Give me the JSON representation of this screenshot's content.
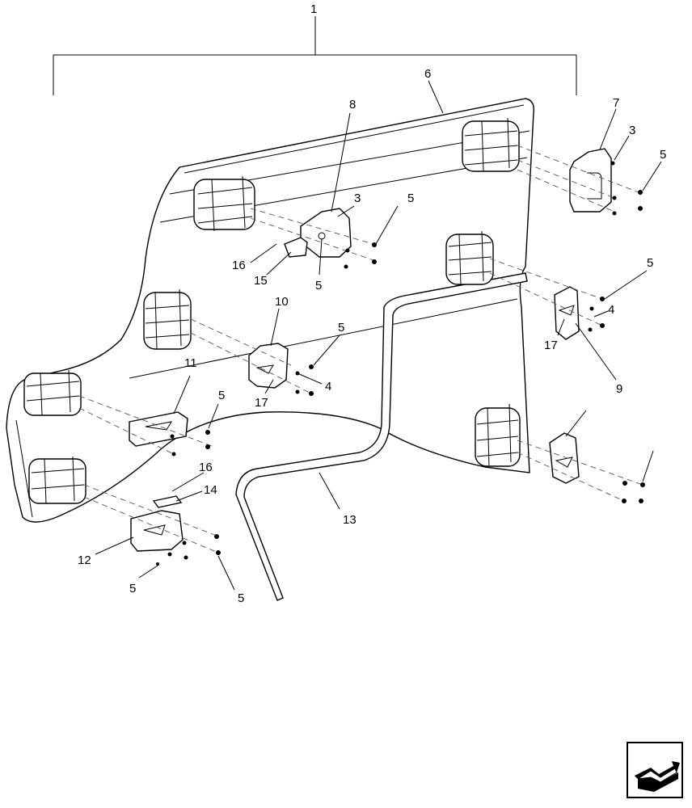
{
  "diagram": {
    "callouts": [
      "1",
      "6",
      "7",
      "3",
      "5",
      "8",
      "3",
      "5",
      "16",
      "15",
      "5",
      "5",
      "4",
      "17",
      "9",
      "10",
      "5",
      "4",
      "17",
      "11",
      "5",
      "16",
      "14",
      "13",
      "12",
      "5",
      "5"
    ]
  },
  "icons": {
    "nav": "next-page-arrow-icon"
  }
}
